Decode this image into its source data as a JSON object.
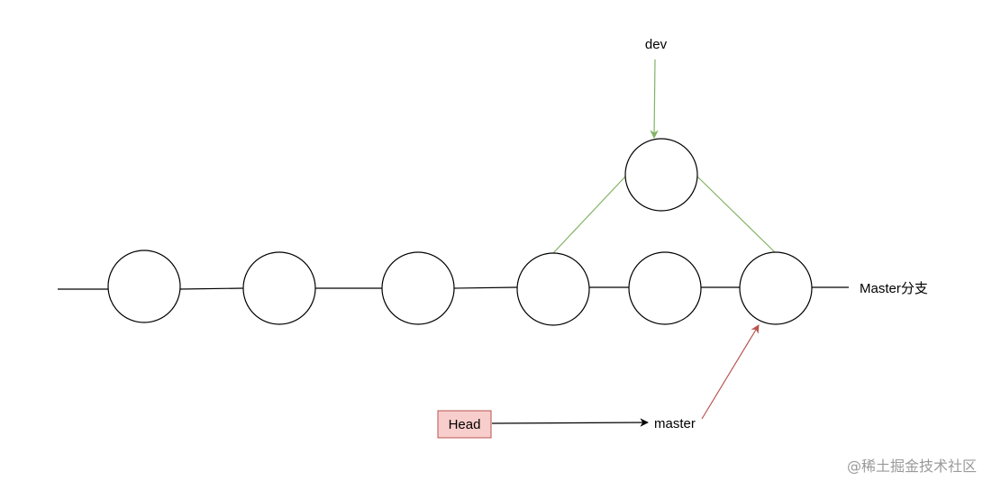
{
  "labels": {
    "dev": "dev",
    "master_branch": "Master分支",
    "head": "Head",
    "master": "master"
  },
  "watermark": "@稀土掘金技术社区",
  "colors": {
    "dev_arrow": "#82b366",
    "master_arrow": "#b85450",
    "head_fill": "#f8cecc",
    "head_stroke": "#b85450",
    "commit_line": "#000000"
  }
}
